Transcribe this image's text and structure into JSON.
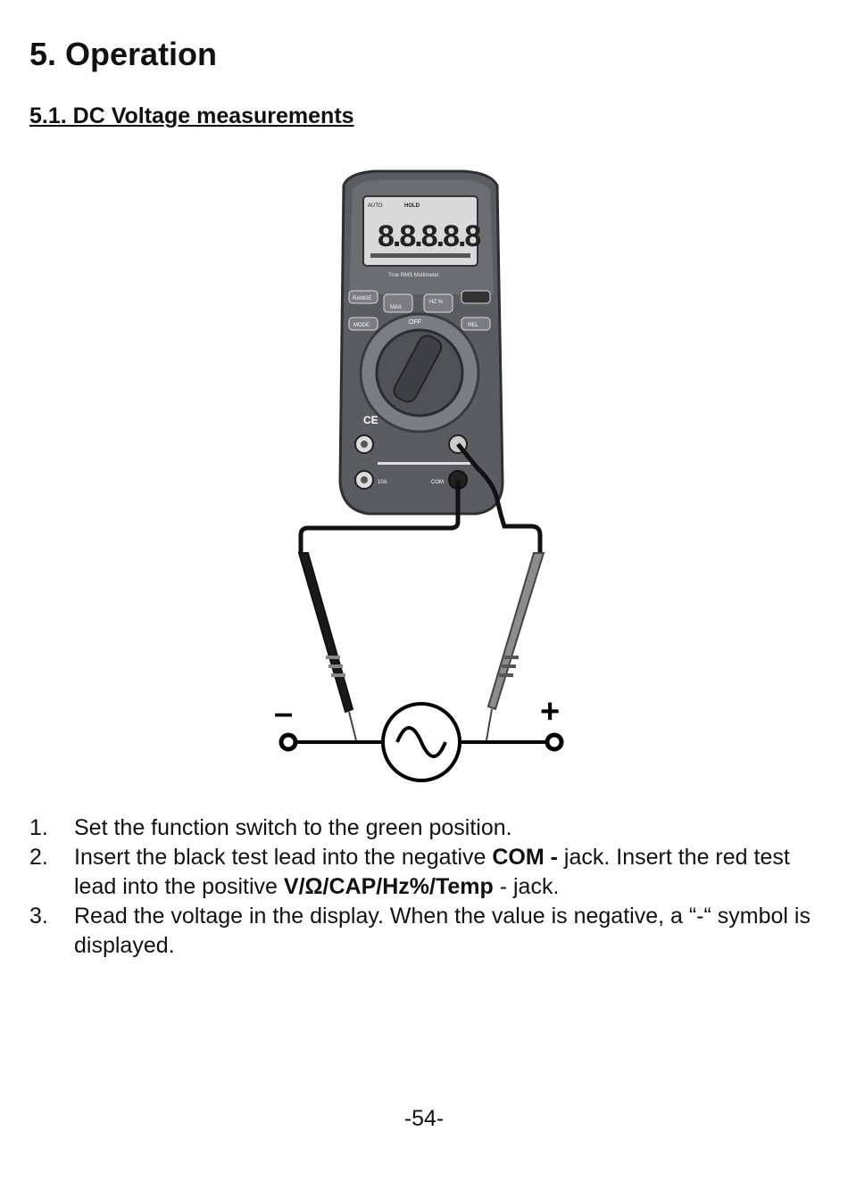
{
  "heading": "5. Operation",
  "subheading": "5.1. DC Voltage measurements",
  "meter": {
    "top_labels": [
      "AUTO",
      "HOLD"
    ],
    "display_digits": "8.8.8.8.8",
    "model_label": "True RMS Multimeter",
    "buttons": [
      "RANGE",
      "MAX",
      "HZ %",
      "MODE",
      "REL"
    ],
    "dial_off_label": "OFF",
    "jacks": [
      "10A",
      "COM"
    ],
    "ce_mark": "CE"
  },
  "source": {
    "minus": "–",
    "plus": "+"
  },
  "steps": [
    {
      "num": "1.",
      "parts": [
        {
          "t": "Set the function switch to the green position.",
          "b": false
        }
      ]
    },
    {
      "num": "2.",
      "parts": [
        {
          "t": "Insert the black test lead into the negative ",
          "b": false
        },
        {
          "t": "COM -",
          "b": true
        },
        {
          "t": " jack. Insert the red test lead into the positive ",
          "b": false
        },
        {
          "t": "V/Ω/CAP/Hz%/Temp",
          "b": true
        },
        {
          "t": " - jack.",
          "b": false
        }
      ]
    },
    {
      "num": "3.",
      "parts": [
        {
          "t": "Read the voltage in the display. When the value is negative, a “-“ symbol is displayed.",
          "b": false
        }
      ]
    }
  ],
  "page_number": "-54-"
}
